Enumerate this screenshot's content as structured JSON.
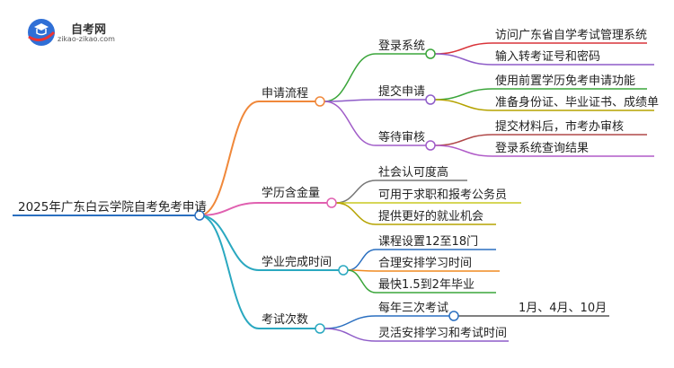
{
  "logo": {
    "title": "自考网",
    "subtitle": "zikao-zikao.com"
  },
  "root": {
    "label": "2025年广东白云学院自考免考申请"
  },
  "branches": [
    {
      "label": "申请流程",
      "color": "#f0883a",
      "children": [
        {
          "label": "登录系统",
          "color": "#3aa53a",
          "children": [
            {
              "label": "访问广东省自学考试管理系统",
              "color": "#d9343a"
            },
            {
              "label": "输入转考证号和密码",
              "color": "#8e5cc8"
            }
          ]
        },
        {
          "label": "提交申请",
          "color": "#8e5cc8",
          "children": [
            {
              "label": "使用前置学历免考申请功能",
              "color": "#3aa53a"
            },
            {
              "label": "准备身份证、毕业证书、成绩单",
              "color": "#b5a300"
            }
          ]
        },
        {
          "label": "等待审核",
          "color": "#a05cc8",
          "children": [
            {
              "label": "提交材料后，市考办审核",
              "color": "#b04848"
            },
            {
              "label": "登录系统查询结果",
              "color": "#b05cc8"
            }
          ]
        }
      ]
    },
    {
      "label": "学历含金量",
      "color": "#e060b0",
      "children": [
        {
          "label": "社会认可度高",
          "color": "#777777"
        },
        {
          "label": "可用于求职和报考公务员",
          "color": "#c8c820"
        },
        {
          "label": "提供更好的就业机会",
          "color": "#b5a300"
        }
      ]
    },
    {
      "label": "学业完成时间",
      "color": "#2aa8c0",
      "children": [
        {
          "label": "课程设置12至18门",
          "color": "#2a6fc0"
        },
        {
          "label": "合理安排学习时间",
          "color": "#f08a20"
        },
        {
          "label": "最快1.5到2年毕业",
          "color": "#3aa53a"
        }
      ]
    },
    {
      "label": "考试次数",
      "color": "#2aa8c0",
      "children": [
        {
          "label": "每年三次考试",
          "color": "#2a6fc0",
          "children": [
            {
              "label": "1月、4月、10月",
              "color": "#555555"
            }
          ]
        },
        {
          "label": "灵活安排学习和考试时间",
          "color": "#8e5cc8"
        }
      ]
    }
  ]
}
